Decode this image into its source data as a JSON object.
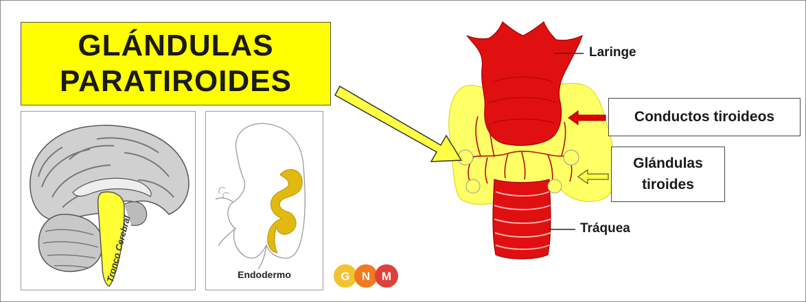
{
  "title": {
    "line1": "GLÁNDULAS",
    "line2": "PARATIROIDES"
  },
  "brain_panel": {
    "label": "Tronco Cerebral"
  },
  "embryo_panel": {
    "label": "Endodermo"
  },
  "anatomy_labels": {
    "laringe": "Laringe",
    "conductos": "Conductos tiroideos",
    "glandulas_line1": "Glándulas",
    "glandulas_line2": "tiroides",
    "traquea": "Tráquea"
  },
  "logo": {
    "letters": [
      "G",
      "N",
      "M"
    ],
    "colors": [
      "#f2c230",
      "#f07a20",
      "#e0403a"
    ]
  },
  "colors": {
    "title_bg": "#ffff00",
    "gland": "#ffff66",
    "organ": "#e01010",
    "endoderm": "#e2b910",
    "arrow_yellow": "#ffff44",
    "arrow_red": "#e00000"
  }
}
